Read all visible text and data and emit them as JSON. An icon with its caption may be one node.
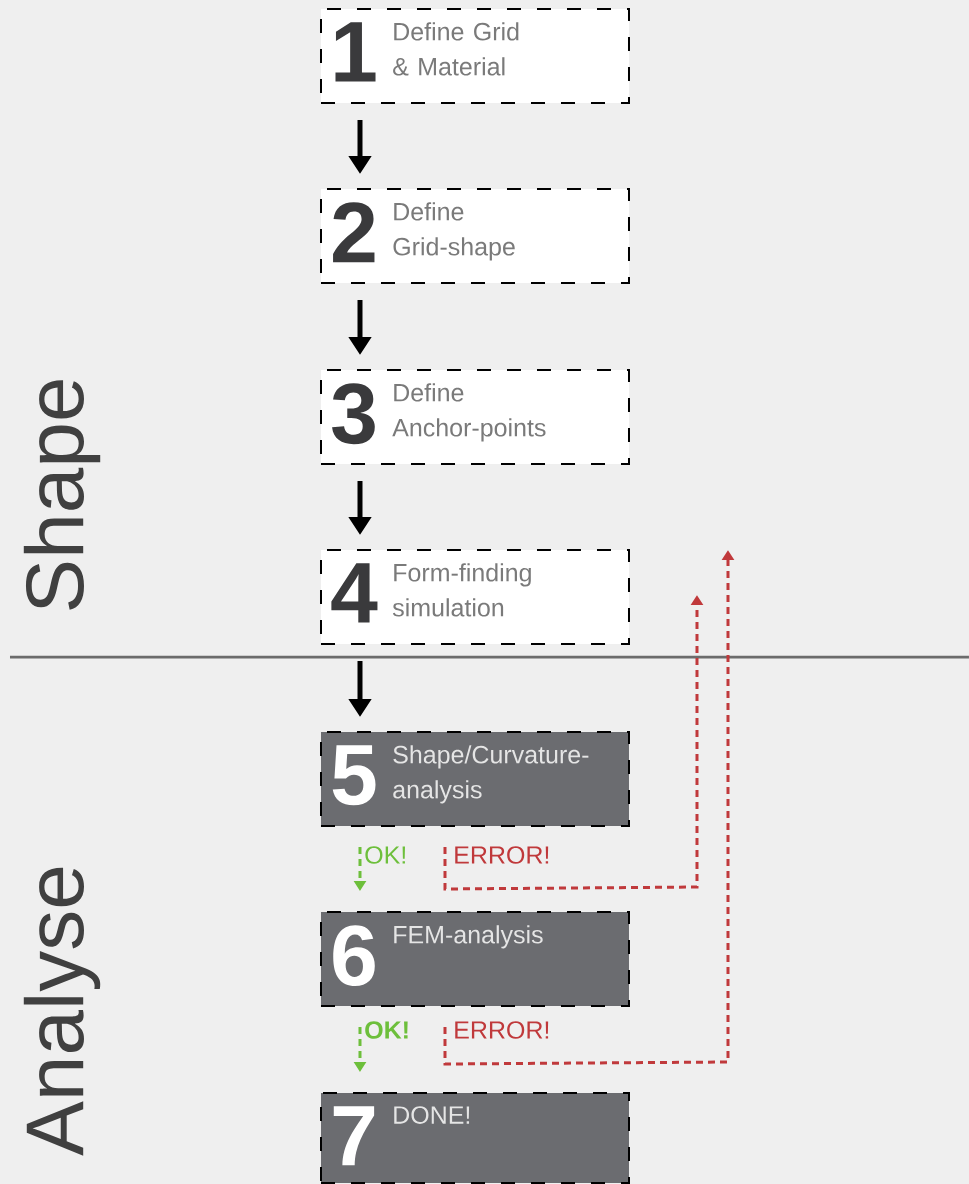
{
  "diagram": {
    "nodes": [
      {
        "text": [
          "1",
          "Define Grid & Material"
        ]
      },
      {
        "text": [
          "2",
          "Define Grid-shape"
        ]
      },
      {
        "text": [
          "3",
          "Define Anchor-points"
        ]
      },
      {
        "text": [
          "4",
          "Form-finding simulation"
        ]
      },
      {
        "text": [
          "5",
          "Shape/Curvature-analysis"
        ]
      },
      {
        "text": [
          "6",
          "FEM-analysis"
        ]
      },
      {
        "text": [
          "7",
          "DONE!"
        ]
      }
    ],
    "edges": [
      {
        "from": 0,
        "to": 1,
        "arrow": "to"
      },
      {
        "from": 1,
        "to": 2,
        "arrow": "to"
      },
      {
        "from": 2,
        "to": 3,
        "arrow": "to"
      },
      {
        "from": 3,
        "to": 4,
        "arrow": "to"
      },
      {
        "from": 4,
        "to": 5,
        "arrow": "to",
        "label": "OK!",
        "style": "dashed",
        "color": "#6dbf3b"
      },
      {
        "from": 4,
        "to": null,
        "arrow": "to",
        "label": "ERROR!",
        "style": "dashed",
        "color": "#c0393b"
      },
      {
        "from": 5,
        "to": 6,
        "arrow": "to",
        "label": "OK!",
        "style": "dashed",
        "color": "#6dbf3b"
      },
      {
        "from": 5,
        "to": null,
        "arrow": "to",
        "label": "ERROR!",
        "style": "dashed",
        "color": "#c0393b"
      }
    ],
    "labels": [
      "Shape",
      "Analyse"
    ]
  }
}
